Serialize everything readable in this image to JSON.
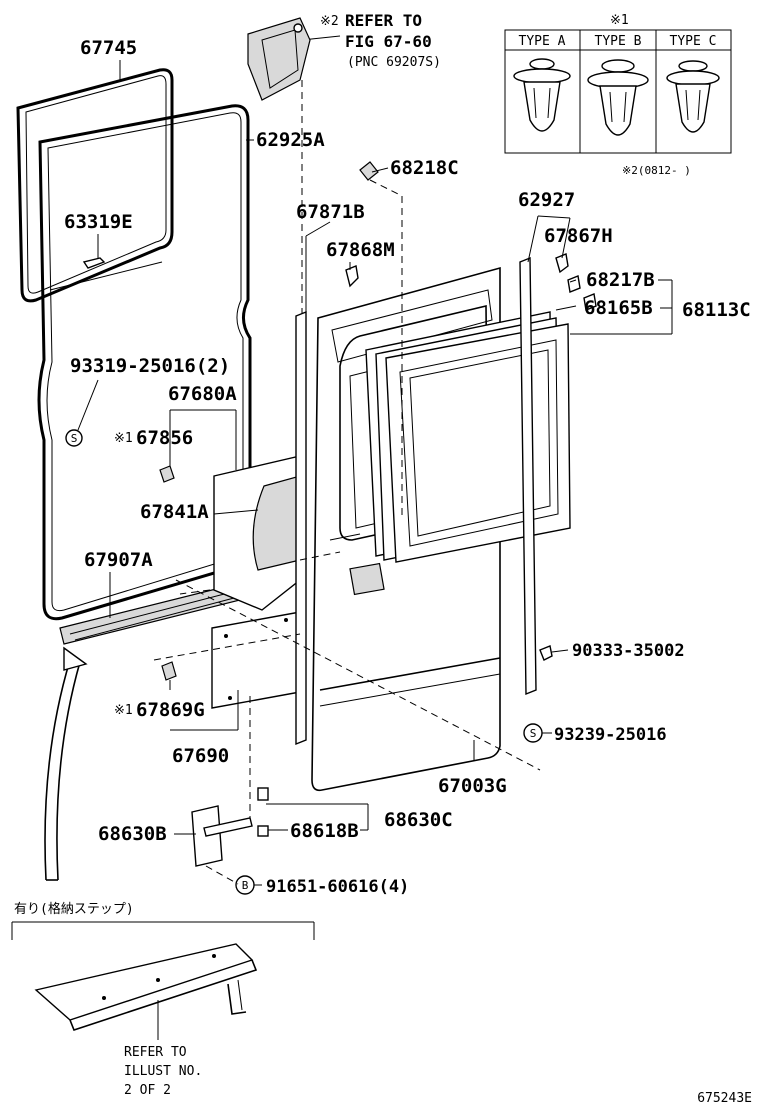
{
  "diagram": {
    "part_labels": {
      "p67745": "67745",
      "p62925A": "62925A",
      "p63319E": "63319E",
      "p68218C": "68218C",
      "p62927": "62927",
      "p67871B": "67871B",
      "p67867H": "67867H",
      "p67868M": "67868M",
      "p68217B": "68217B",
      "p68165B": "68165B",
      "p68113C": "68113C",
      "p93319": "93319-25016(2)",
      "p67680A": "67680A",
      "p67856": "67856",
      "p67841A": "67841A",
      "p67907A": "67907A",
      "p90333": "90333-35002",
      "p67869G": "67869G",
      "p93239": "93239-25016",
      "p67690": "67690",
      "p67003G": "67003G",
      "p68630B": "68630B",
      "p68618B": "68618B",
      "p68630C": "68630C",
      "p91651": "91651-60616(4)"
    },
    "markers": {
      "note1": "※1",
      "note2": "※2",
      "s": "S",
      "b": "B"
    },
    "reference_note": {
      "line1": "REFER TO",
      "line2": "FIG 67-60",
      "line3": "(PNC 69207S)"
    },
    "clip_table": {
      "headers": [
        "TYPE A",
        "TYPE B",
        "TYPE C"
      ],
      "footnote": "※2(0812-    )"
    },
    "step_note": {
      "title": "有り(格納ステップ)",
      "line1": "REFER TO",
      "line2": "ILLUST NO.",
      "line3": "2 OF 2"
    },
    "illustration_id": "675243E"
  }
}
